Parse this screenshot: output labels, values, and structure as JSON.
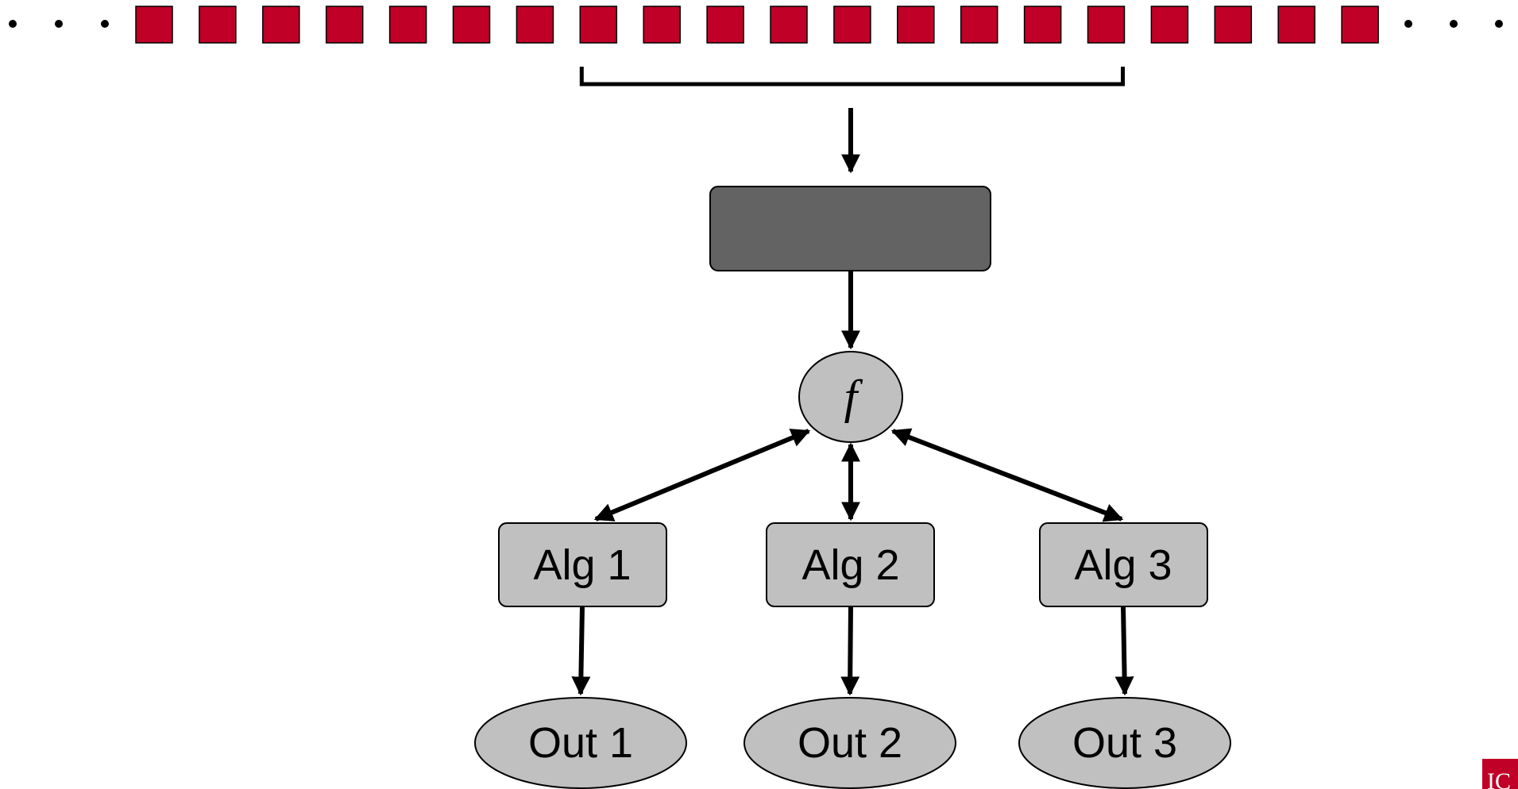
{
  "colors": {
    "square_fill": "#c00027",
    "dark_box": "#636363",
    "light_node": "#c0c0c0",
    "stroke": "#000000",
    "logo": "#c00027"
  },
  "stream": {
    "leading_dots": 3,
    "trailing_dots": 3,
    "square_count": 20,
    "window_start_index": 7,
    "window_end_index": 15
  },
  "nodes": {
    "function_label": "f",
    "algorithms": [
      "Alg 1",
      "Alg 2",
      "Alg 3"
    ],
    "outputs": [
      "Out 1",
      "Out 2",
      "Out 3"
    ]
  },
  "logo": {
    "text": "IC"
  }
}
